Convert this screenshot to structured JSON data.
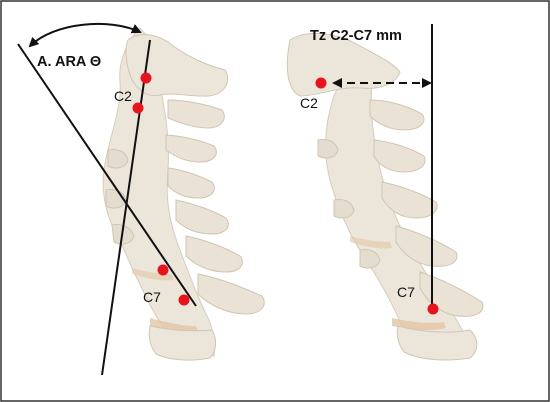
{
  "left_panel": {
    "title": "A. ARA Θ",
    "label_c2": "C2",
    "label_c7": "C7"
  },
  "right_panel": {
    "title": "Tz C2-C7 mm",
    "label_c2": "C2",
    "label_c7": "C7"
  },
  "colors": {
    "border": "#333333",
    "line": "#111111",
    "marker": "#e8141c",
    "bone": "#ece6da",
    "bone_shadow": "#cfc5b4",
    "disc": "#e3c6a6"
  }
}
